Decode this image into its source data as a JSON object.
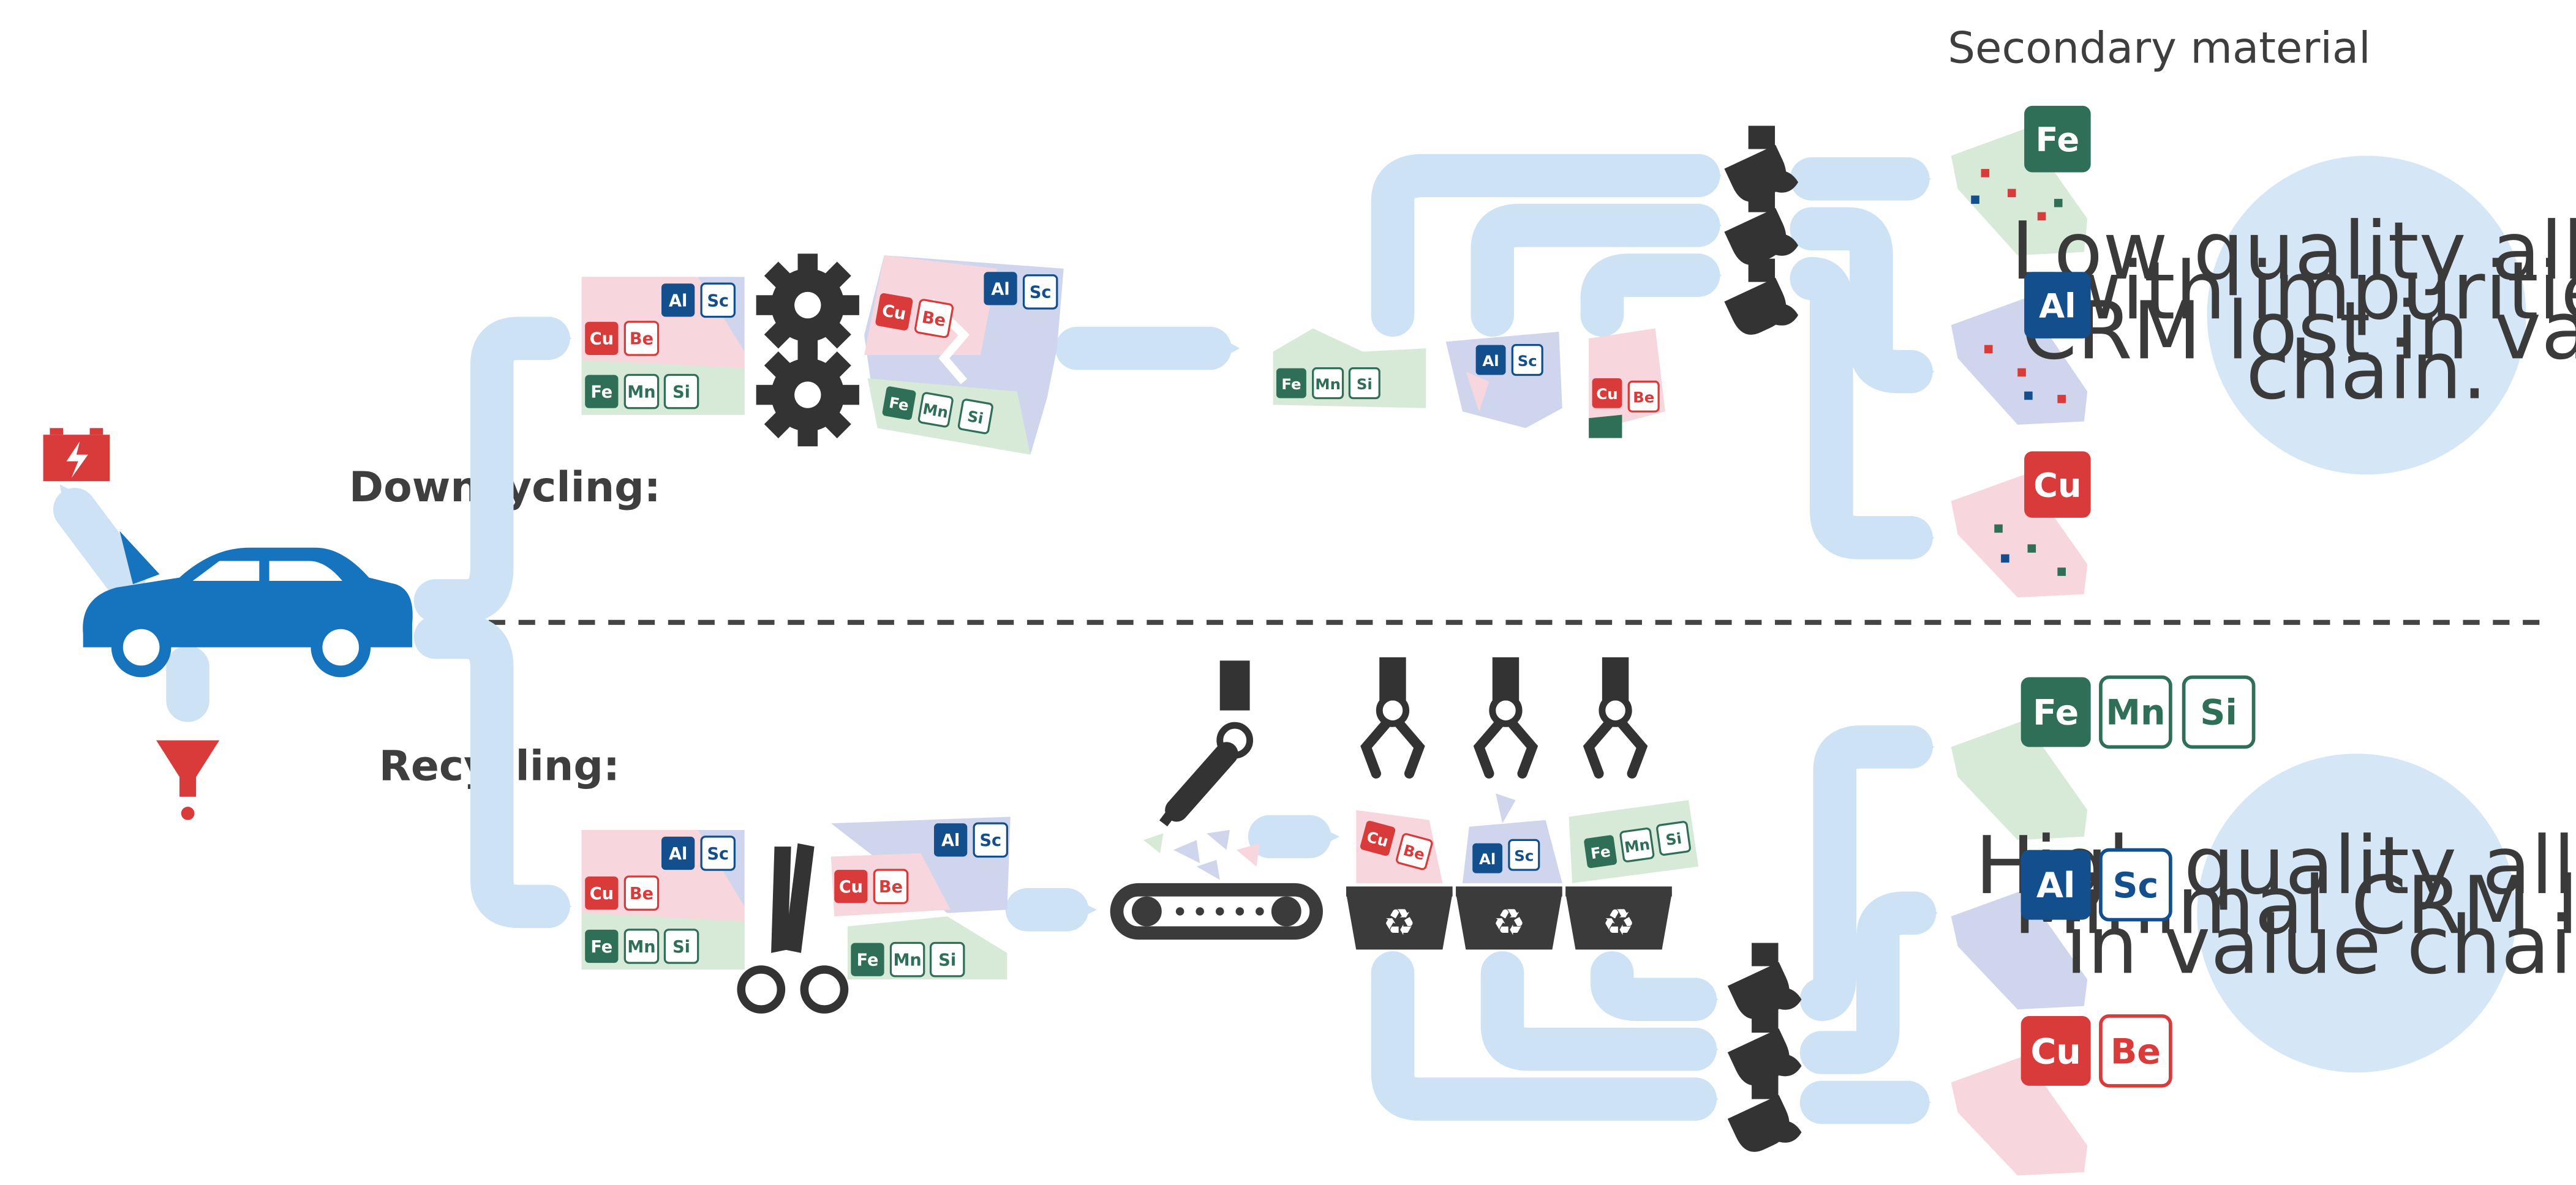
{
  "labels": {
    "secondary_material": "Secondary material",
    "downcycling": "Downcycling:",
    "recycling": "Recycling:"
  },
  "notes": {
    "down": [
      "Low quality alloys",
      "with impurities.",
      "CRM lost in value",
      "chain."
    ],
    "recy": [
      "High quality alloys.",
      "Minimal CRM lost",
      "in value chain."
    ]
  },
  "elements": {
    "fe": "Fe",
    "mn": "Mn",
    "si": "Si",
    "al": "Al",
    "sc": "Sc",
    "cu": "Cu",
    "be": "Be"
  },
  "colors": {
    "green": "#2f6f57",
    "blue": "#134f8c",
    "red": "#d93a3a",
    "car": "#1673be",
    "arrow": "#cde2f5",
    "dark": "#3b3b3b",
    "circle": "#d5e7f7",
    "dashes": "#444444"
  },
  "icons": {
    "battery": "battery-icon",
    "funnel": "oil-funnel-icon",
    "car": "car-icon",
    "gear": "gear-icon",
    "scissors": "scissors-icon",
    "robot": "robot-arm-icon",
    "gripper": "gripper-icon",
    "bin": "recycle-bin-icon",
    "ladle": "ladle-icon",
    "conveyor": "conveyor-icon",
    "ingot": "ingot-icon"
  }
}
